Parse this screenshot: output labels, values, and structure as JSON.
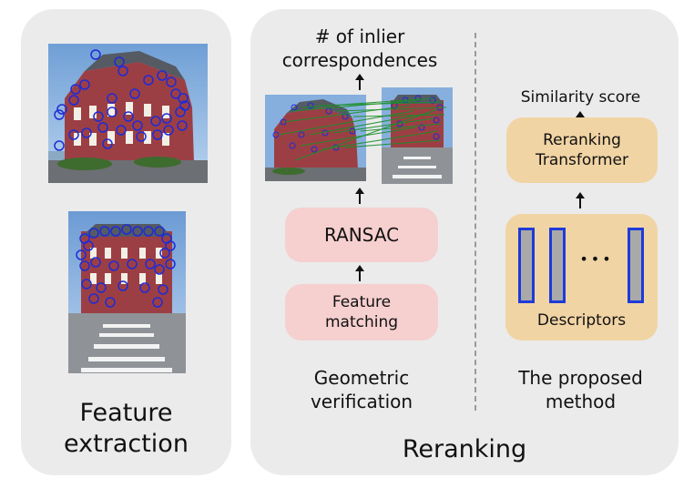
{
  "left_panel": {
    "caption_line1": "Feature",
    "caption_line2": "extraction"
  },
  "right_panel": {
    "caption": "Reranking"
  },
  "geometric": {
    "top_label_line1": "# of inlier",
    "top_label_line2": "correspondences",
    "ransac_label": "RANSAC",
    "matching_line1": "Feature",
    "matching_line2": "matching",
    "caption_line1": "Geometric",
    "caption_line2": "verification"
  },
  "proposed": {
    "top_label": "Similarity score",
    "transformer_line1": "Reranking",
    "transformer_line2": "Transformer",
    "ellipsis": "•••",
    "descriptors_label": "Descriptors",
    "caption_line1": "The proposed",
    "caption_line2": "method"
  },
  "colors": {
    "panel": "#ebebeb",
    "pink_box": "#f6cfcf",
    "tan_box": "#f1d4a4",
    "keypoint": "#1e2bd8",
    "match_line": "#1a8f2a",
    "descriptor_fill": "#a9a9a9",
    "descriptor_border": "#1e3bd8"
  },
  "icons": [
    "up-arrow-icon",
    "keypoint-circle-icon",
    "building-photo"
  ]
}
